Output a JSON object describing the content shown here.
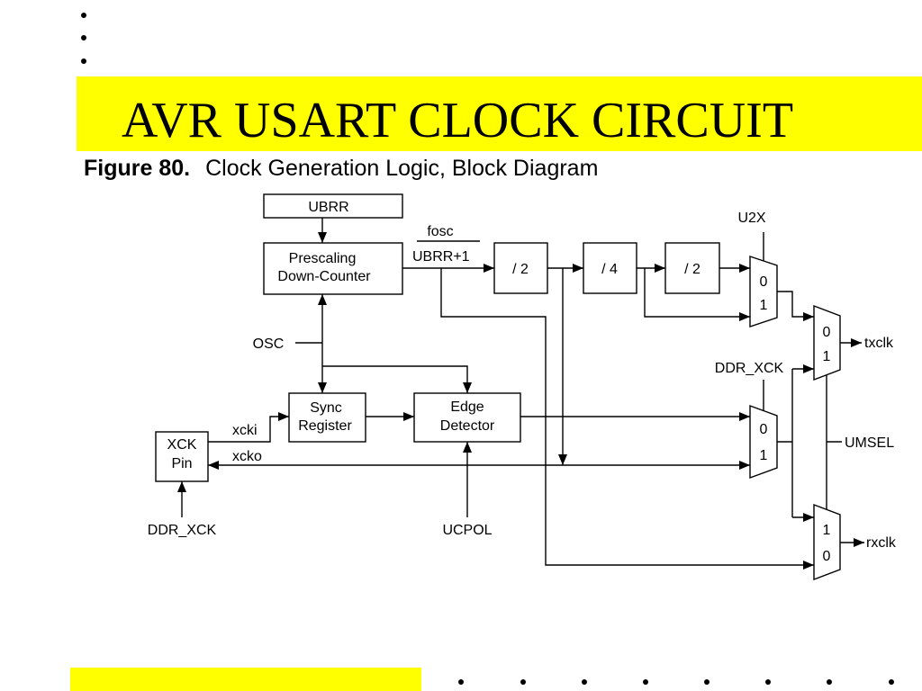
{
  "theme": {
    "highlight": "#FFFF00"
  },
  "slide": {
    "title": "AVR USART CLOCK CIRCUIT"
  },
  "figure": {
    "number": "Figure 80.",
    "title": "Clock Generation Logic, Block Diagram"
  },
  "diagram": {
    "blocks": {
      "ubrr": "UBRR",
      "prescaler": [
        "Prescaling",
        "Down-Counter"
      ],
      "divider_2_first": "/ 2",
      "divider_4": "/ 4",
      "divider_2_second": "/ 2",
      "sync_register": [
        "Sync",
        "Register"
      ],
      "edge_detector": [
        "Edge",
        "Detector"
      ],
      "xck_pin": [
        "XCK",
        "Pin"
      ]
    },
    "prescaler_output": {
      "numerator": "fosc",
      "denominator": "UBRR+1"
    },
    "signals": {
      "osc": "OSC",
      "xcki": "xcki",
      "xcko": "xcko",
      "ddr_xck_pin": "DDR_XCK",
      "ucpol": "UCPOL"
    },
    "multiplexers": {
      "u2x": {
        "select": "U2X",
        "inputs": [
          "0",
          "1"
        ]
      },
      "ddr_xck": {
        "select": "DDR_XCK",
        "inputs": [
          "0",
          "1"
        ]
      },
      "tx": {
        "inputs": [
          "0",
          "1"
        ],
        "output": "txclk"
      },
      "rx": {
        "inputs": [
          "1",
          "0"
        ],
        "output": "rxclk"
      },
      "shared_select": "UMSEL"
    }
  }
}
